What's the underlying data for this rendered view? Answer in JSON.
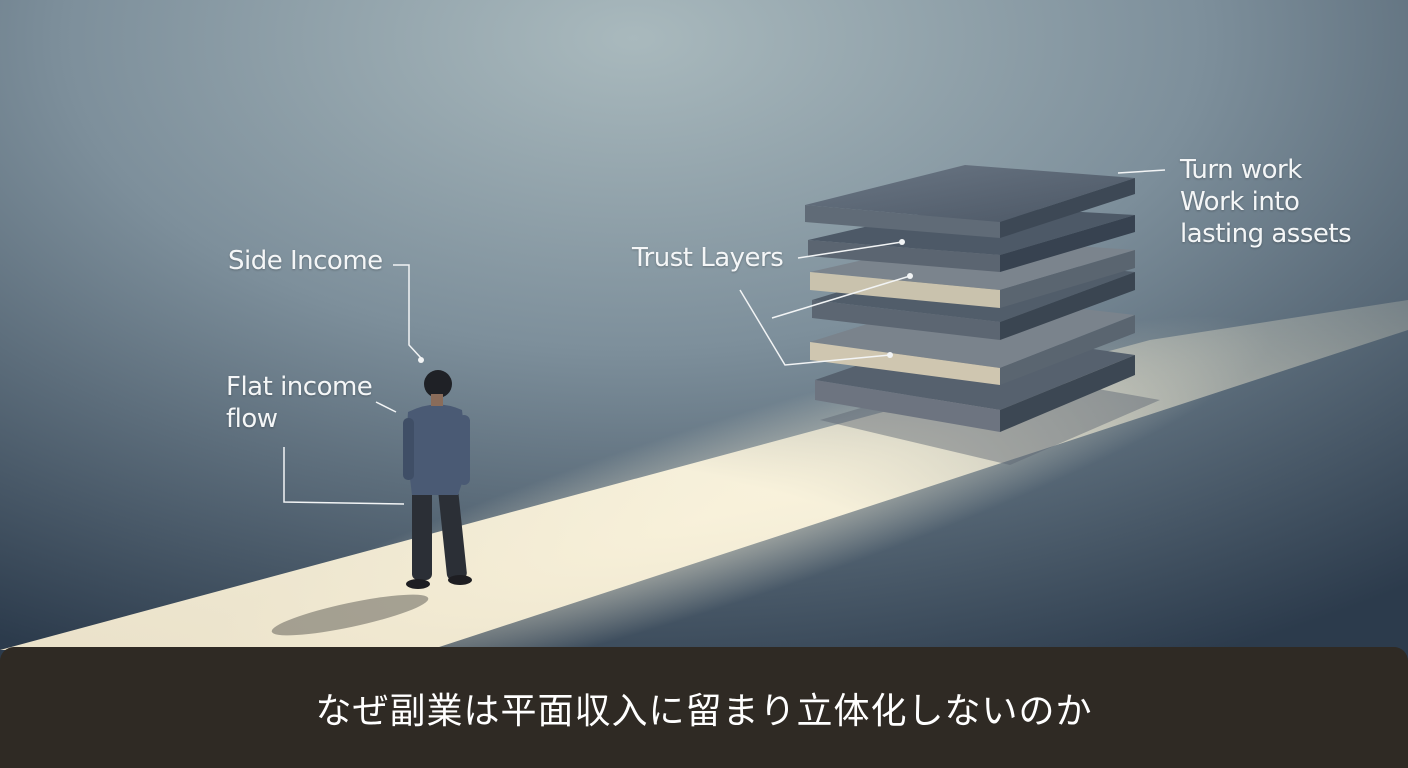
{
  "labels": {
    "side_income": "Side Income",
    "flat_income_flow": [
      "Flat income",
      "flow"
    ],
    "trust_layers": "Trust Layers",
    "turn_work": [
      "Turn work",
      "Work into",
      "lasting assets"
    ]
  },
  "caption": "なぜ副業は平面収入に留まり立体化しないのか",
  "colors": {
    "caption_bg": "#2f2a24",
    "label_text": "#f4f6f7",
    "light_path": "#f6efd8"
  }
}
